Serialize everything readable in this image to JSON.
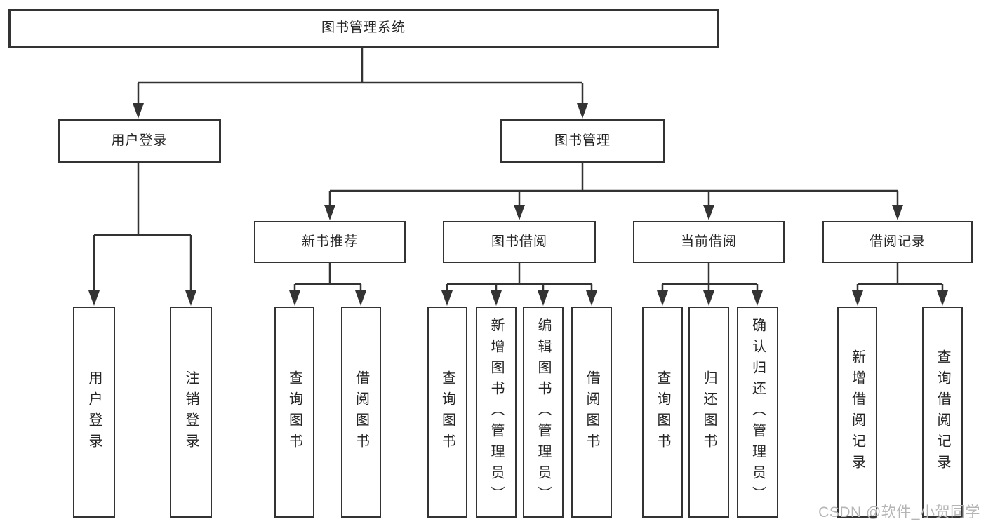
{
  "colors": {
    "line": "#333333",
    "box_border": "#333333",
    "text": "#262626",
    "background": "#ffffff",
    "watermark": "#b5b5b5"
  },
  "watermark": {
    "text": "CSDN @软件_小贺同学"
  },
  "tree": {
    "label": "图书管理系统",
    "children": [
      {
        "label": "用户登录",
        "children": [
          {
            "label": "用户登录"
          },
          {
            "label": "注销登录"
          }
        ]
      },
      {
        "label": "图书管理",
        "children": [
          {
            "label": "新书推荐",
            "children": [
              {
                "label": "查询图书"
              },
              {
                "label": "借阅图书"
              }
            ]
          },
          {
            "label": "图书借阅",
            "children": [
              {
                "label": "查询图书"
              },
              {
                "label": "新增图书（管理员）"
              },
              {
                "label": "编辑图书（管理员）"
              },
              {
                "label": "借阅图书"
              }
            ]
          },
          {
            "label": "当前借阅",
            "children": [
              {
                "label": "查询图书"
              },
              {
                "label": "归还图书"
              },
              {
                "label": "确认归还（管理员）"
              }
            ]
          },
          {
            "label": "借阅记录",
            "children": [
              {
                "label": "新增借阅记录"
              },
              {
                "label": "查询借阅记录"
              }
            ]
          }
        ]
      }
    ]
  }
}
